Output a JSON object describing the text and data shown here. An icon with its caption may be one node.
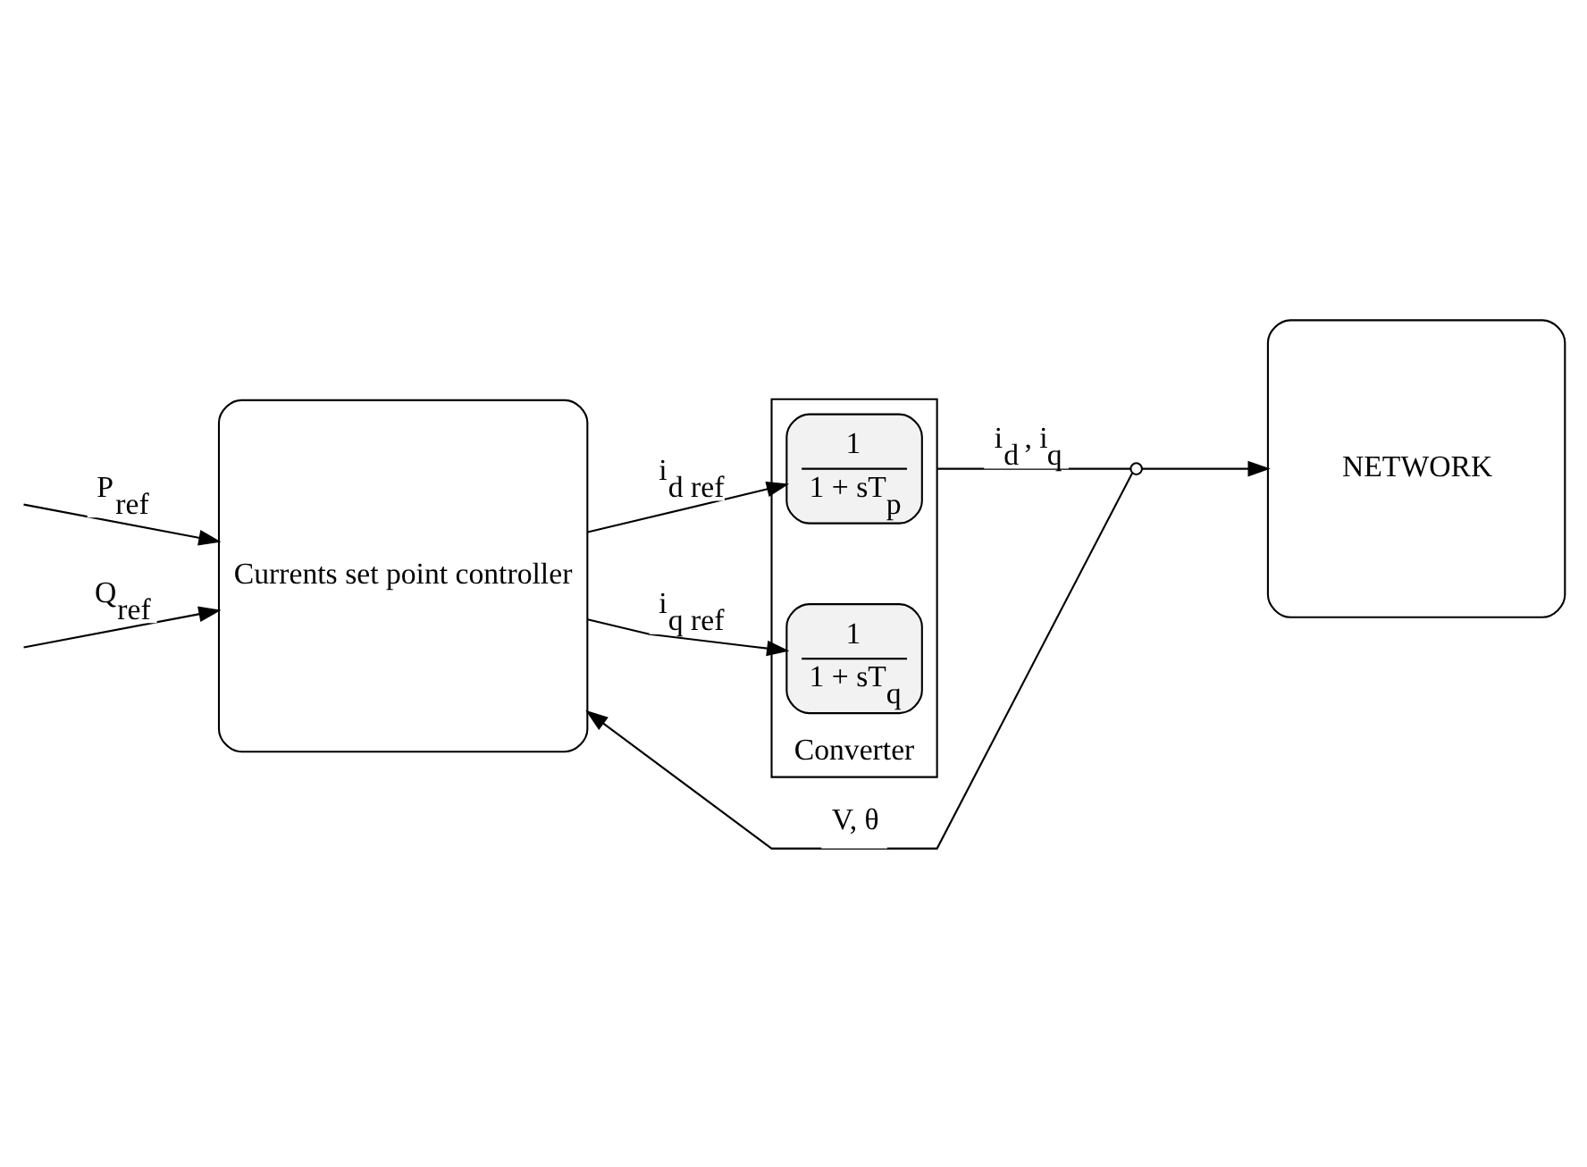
{
  "diagram": {
    "nodes": [
      {
        "text": [
          "Currents set point controller"
        ]
      },
      {
        "text": [
          "Converter"
        ]
      },
      {
        "text": [
          "1",
          "1 + sT$_{p}$"
        ],
        "in": 1
      },
      {
        "text": [
          "1",
          "1 + sT$_{q}$"
        ],
        "in": 1
      },
      {
        "text": [
          "NETWORK"
        ]
      },
      {
        "text": [],
        "shape": "circle"
      }
    ],
    "edges": [
      {
        "from": null,
        "to": 0,
        "arrow": "to",
        "label": "P$_{ref}$"
      },
      {
        "from": null,
        "to": 0,
        "arrow": "to",
        "label": "Q$_{ref}$"
      },
      {
        "from": 0,
        "to": 2,
        "arrow": "to",
        "label": "i$_{d ref}$"
      },
      {
        "from": 0,
        "to": 3,
        "arrow": "to",
        "label": "i$_{q ref}$"
      },
      {
        "from": 1,
        "to": 5,
        "arrow": "none",
        "label": "i$_{d}$ , i$_{q}$"
      },
      {
        "from": 5,
        "to": 4,
        "arrow": "to"
      },
      {
        "from": 5,
        "to": 0,
        "arrow": "to",
        "label": "V, θ"
      }
    ]
  }
}
